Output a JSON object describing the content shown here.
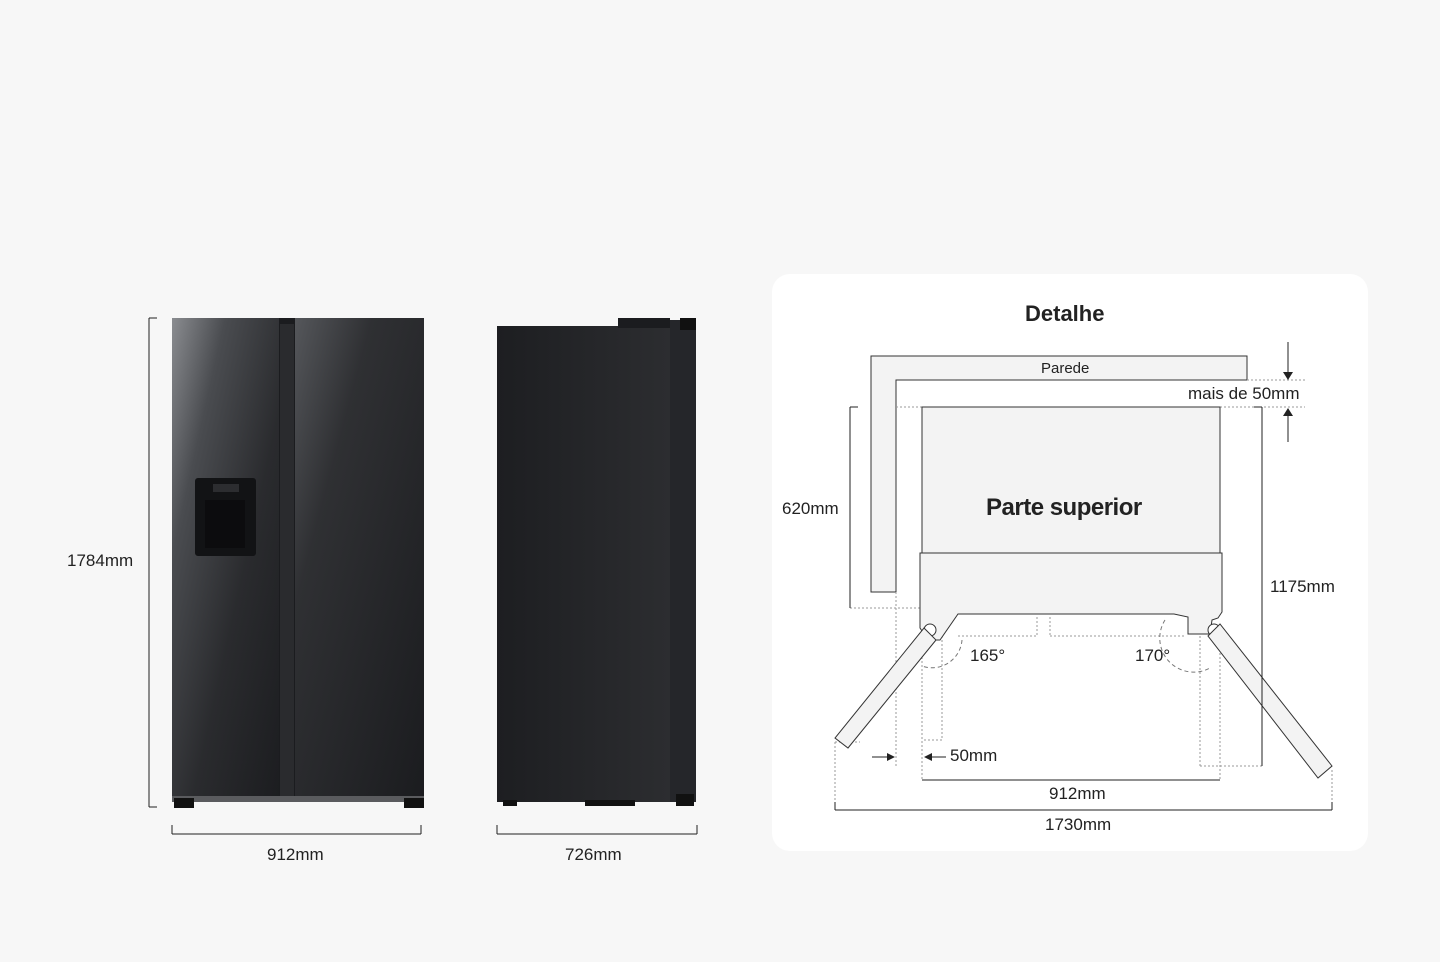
{
  "front_view": {
    "height_label": "1784mm",
    "width_label": "912mm"
  },
  "side_view": {
    "depth_label": "726mm"
  },
  "detail": {
    "title": "Detalhe",
    "wall_label": "Parede",
    "clearance_label": "mais de 50mm",
    "top_label": "Parte superior",
    "depth_label": "620mm",
    "depth_open_label": "1175mm",
    "angle_left": "165°",
    "angle_right": "170°",
    "gap_label": "50mm",
    "width_label": "912mm",
    "width_open_label": "1730mm"
  },
  "colors": {
    "background": "#f7f7f7",
    "panel": "#ffffff",
    "fridge_dark": "#1c1d20",
    "wall_fill": "#f3f3f3",
    "line": "#222222"
  }
}
